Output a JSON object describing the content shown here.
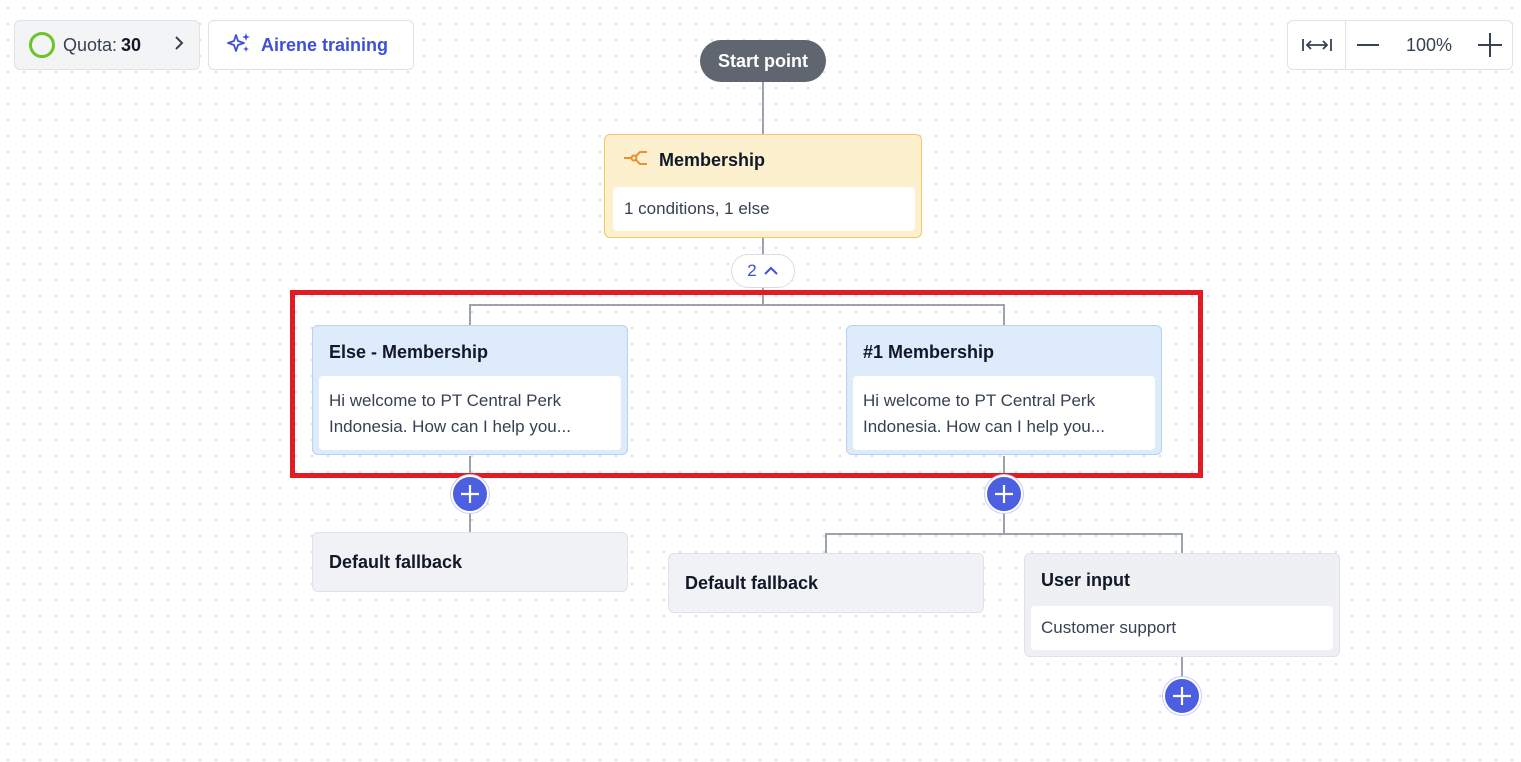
{
  "toolbar": {
    "quota_label": "Quota:",
    "quota_value": "30",
    "training_label": "Airene training",
    "zoom_level": "100%"
  },
  "flow": {
    "start_label": "Start point",
    "condition": {
      "title": "Membership",
      "summary": "1 conditions, 1 else"
    },
    "branch_count": "2",
    "branches": [
      {
        "title": "Else - Membership",
        "message_line1": "Hi welcome to PT Central Perk",
        "message_line2": "Indonesia. How can I help you..."
      },
      {
        "title": "#1 Membership",
        "message_line1": "Hi welcome to PT Central Perk",
        "message_line2": "Indonesia. How can I help you..."
      }
    ],
    "else_fallback": "Default fallback",
    "branch1_fallback": "Default fallback",
    "user_input": {
      "title": "User input",
      "value": "Customer support"
    }
  },
  "colors": {
    "accent": "#4c5fe0",
    "highlight": "#e01b24",
    "condition_bg": "#fdf0cf",
    "message_bg": "#deebfb",
    "quota_ring": "#6bc42a"
  },
  "icons": {
    "quota": "circle-progress-icon",
    "chevron": "chevron-right-icon",
    "training": "sparkle-icon",
    "fit": "fit-width-icon",
    "zoom_out": "minus-icon",
    "zoom_in": "plus-icon",
    "condition": "branch-icon",
    "collapse": "chevron-up-icon",
    "add": "plus-icon"
  }
}
